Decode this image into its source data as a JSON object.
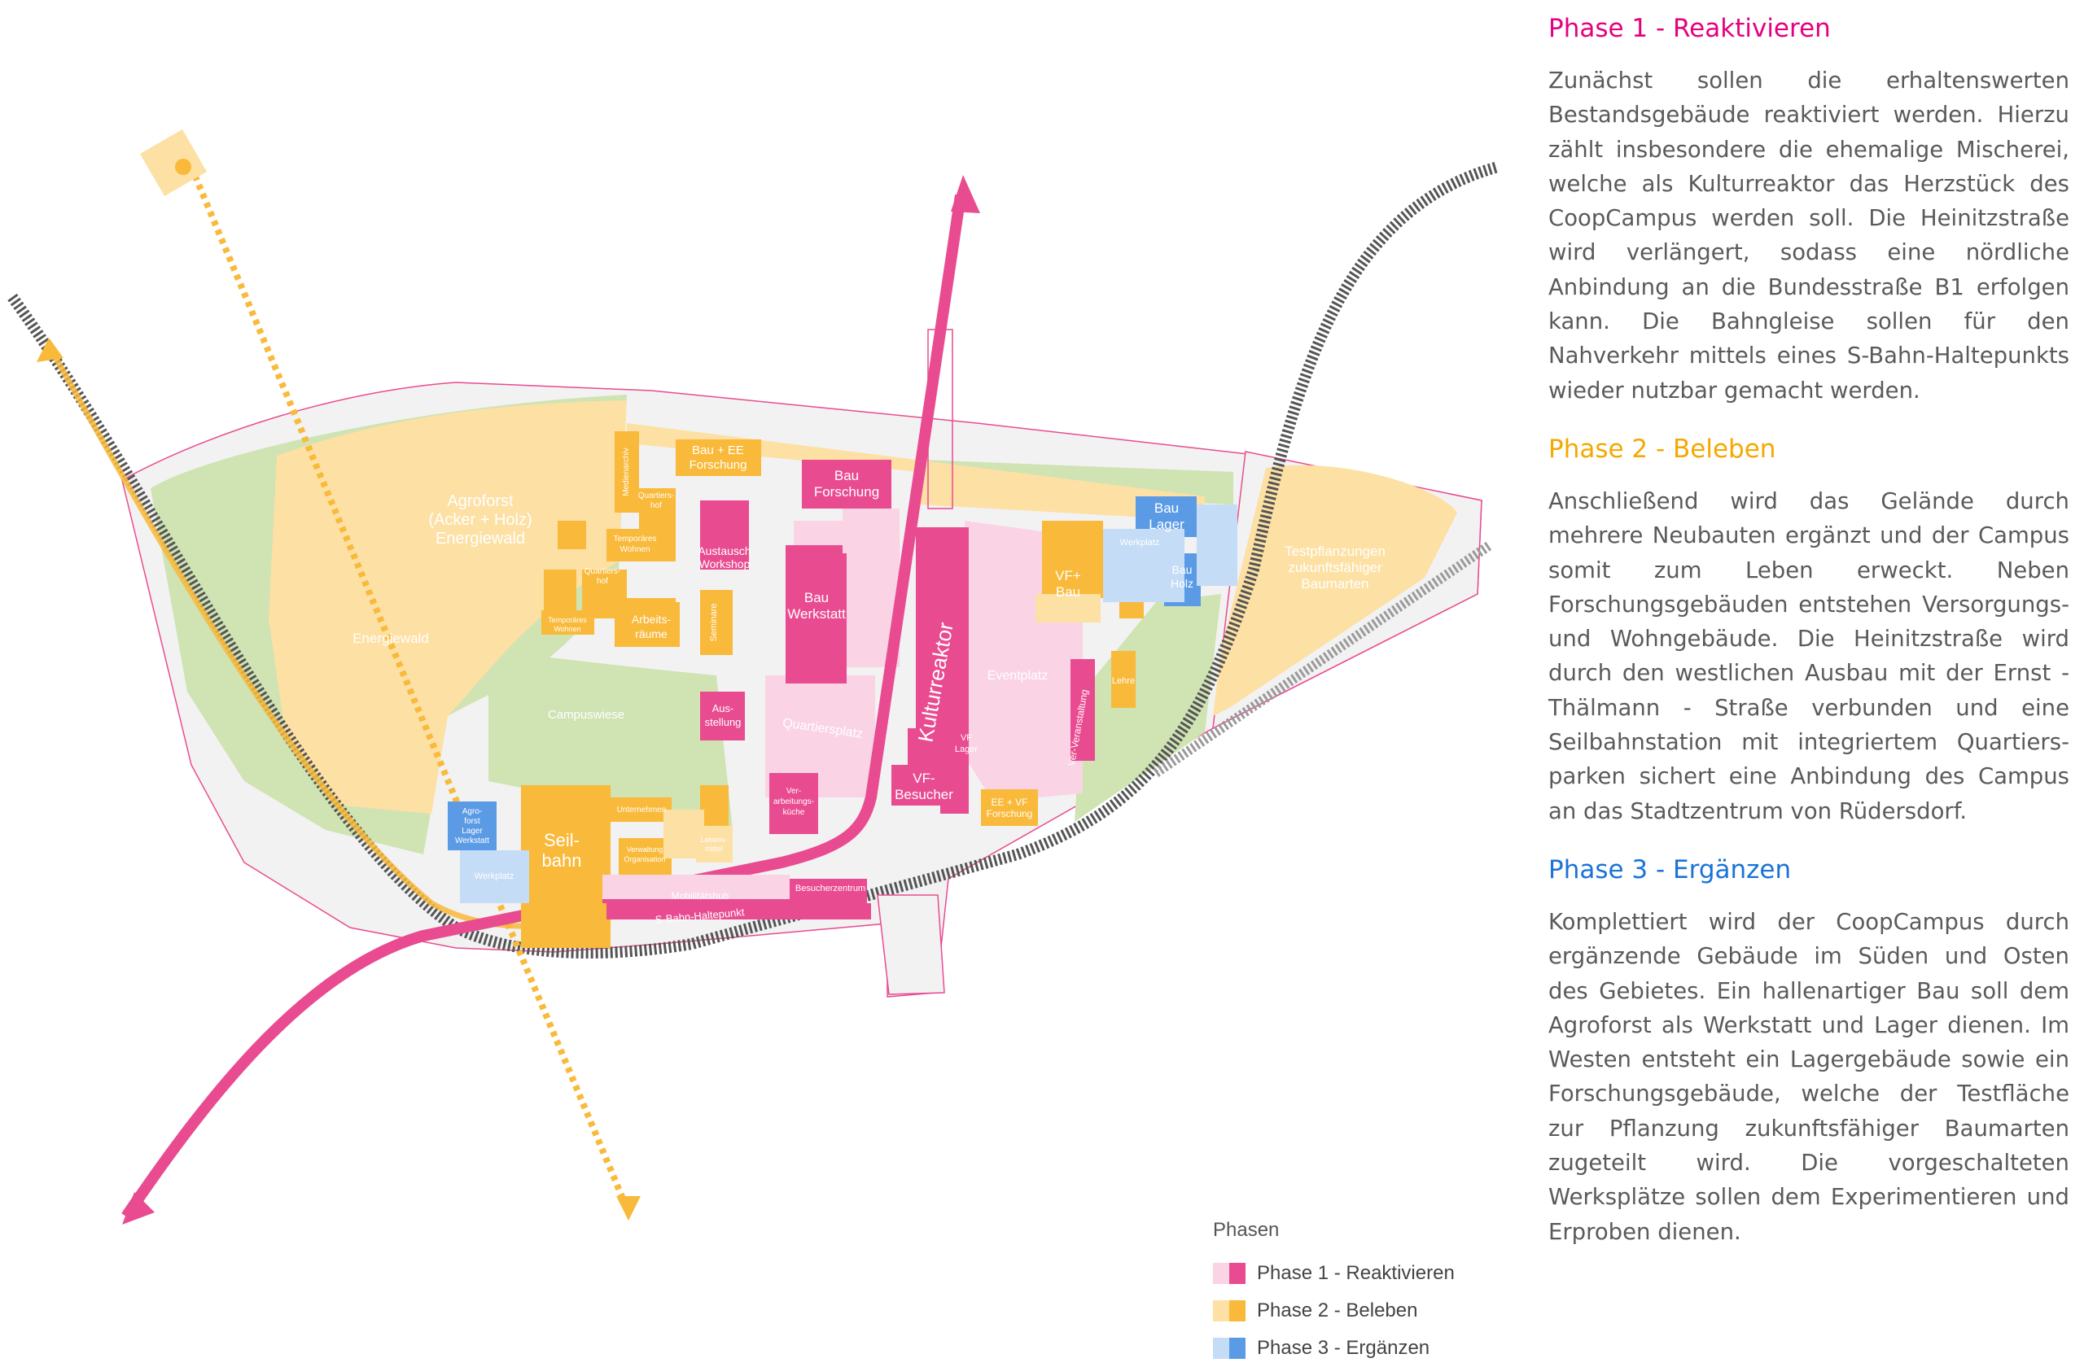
{
  "colors": {
    "phase1": "#e94b90",
    "phase1_light": "#fad3e5",
    "phase2": "#f9b93a",
    "phase2_light": "#fde0a4",
    "phase3": "#5b9be6",
    "phase3_light": "#c4dcf6",
    "green": "#cfe3b3",
    "site": "#f3f3f3",
    "title1": "#e4007f",
    "title2": "#f5a800",
    "title3": "#1a73d8"
  },
  "phases": [
    {
      "title": "Phase 1 - Reaktivieren",
      "text": "Zunächst sollen die erhaltenswerten Bestandsgebäude reaktiviert werden. Hierzu zählt insbesondere die ehemalige Mischerei, welche als Kulturreaktor das Herzstück des CoopCampus werden soll. Die Heinitzstraße wird verlängert, sodass eine nördliche Anbindung an die Bundesstraße B1 erfolgen kann. Die Bahngleise sollen für den Nahverkehr mittels eines S-Bahn-Haltepunkts wieder nutzbar gemacht werden."
    },
    {
      "title": "Phase 2 - Beleben",
      "text": "Anschließend wird das Gelände durch mehrere Neubauten ergänzt und der Campus somit zum Leben erweckt. Neben Forschungsgebäuden entstehen Ver­sorgungs- und Wohngebäude. Die Heinitzstraße wird durch den westlichen Ausbau mit der Ernst - Thälmann - Straße verbunden und eine Seilbahnstation mit integriertem Quartiers-parken sichert eine Anbindung des Campus an das Stadtzentrum von Rüdersdorf."
    },
    {
      "title": "Phase 3 - Ergänzen",
      "text": "Komplettiert wird der CoopCampus durch ergänzende Gebäude im Süden und Osten des Gebietes. Ein hallenartiger Bau soll dem Agroforst als Werkstatt und Lager dienen. Im Westen entsteht ein Lagergebäude sowie ein Forschungs­gebäude, welche der Testfläche zur Pflanzung zukunftsfähiger Baumarten zugeteilt wird. Die vorgeschalteten Werksplätze sollen dem Experimentieren und Erproben dienen."
    }
  ],
  "legend": {
    "title": "Phasen",
    "items": [
      "Phase 1 - Reaktivieren",
      "Phase 2 - Beleben",
      "Phase 3 - Ergänzen"
    ]
  },
  "map_labels": {
    "agroforst": [
      "Agroforst",
      "(Acker + Holz)",
      "Energiewald"
    ],
    "energiewald": "Energiewald",
    "campuswiese": "Campuswiese",
    "testpflanzungen": [
      "Testpflanzungen",
      "zukunftsfähiger",
      "Baumarten"
    ],
    "bau_ee": [
      "Bau + EE",
      "Forschung"
    ],
    "bau_forschung": [
      "Bau",
      "Forschung"
    ],
    "austausch": [
      "Austausch",
      "Workshop"
    ],
    "bau_werkstatt": [
      "Bau",
      "Werkstatt"
    ],
    "seminare": "Seminare",
    "arbeitsraeume": [
      "Arbeits-",
      "räume"
    ],
    "temp_wohnen": [
      "Temporäres",
      "Wohnen"
    ],
    "temp_wohnen2": [
      "Temporäres",
      "Wohnen"
    ],
    "quartiershof": [
      "Quartiers-",
      "hof"
    ],
    "quartiershof2": [
      "Quartiers-",
      "hof"
    ],
    "medienarchiv": "Medienarchiv",
    "ausstellung": [
      "Aus-",
      "stellung"
    ],
    "quartiersplatz": "Quartiersplatz",
    "kulturreaktor": "Kulturreaktor",
    "eventplatz": "Eventplatz",
    "vf_bau": [
      "VF+",
      "Bau"
    ],
    "vf_lager": [
      "VF",
      "Lager"
    ],
    "vf_besucher": [
      "VF-",
      "Besucher"
    ],
    "ee_vf": [
      "EE + VF",
      "Forschung"
    ],
    "bau_lager": [
      "Bau",
      "Lager"
    ],
    "bau_holz": [
      "Bau",
      "Holz"
    ],
    "werkplatz": "Werkplatz",
    "werkplatz2": "Werkplatz",
    "lehre": "Lehre",
    "verarbeitungskueche": [
      "Ver-",
      "arbeitungs-",
      "küche"
    ],
    "unternehmen": "Unternehmen",
    "verwaltung": [
      "Verwaltung",
      "Organisation"
    ],
    "lebensmittel": [
      "Lebens-",
      "mittel"
    ],
    "seilbahn": [
      "Seil-",
      "bahn"
    ],
    "agroforst_lager": [
      "Agro-",
      "forst",
      "Lager",
      "Werkstatt"
    ],
    "besucherzentrum": "Besucherzentrum",
    "mobilitaet": "Mobilitätshub",
    "s_bahn": "S-Bahn-Haltepunkt",
    "ver_veranstaltung": "Ver-Veranstaltung"
  }
}
